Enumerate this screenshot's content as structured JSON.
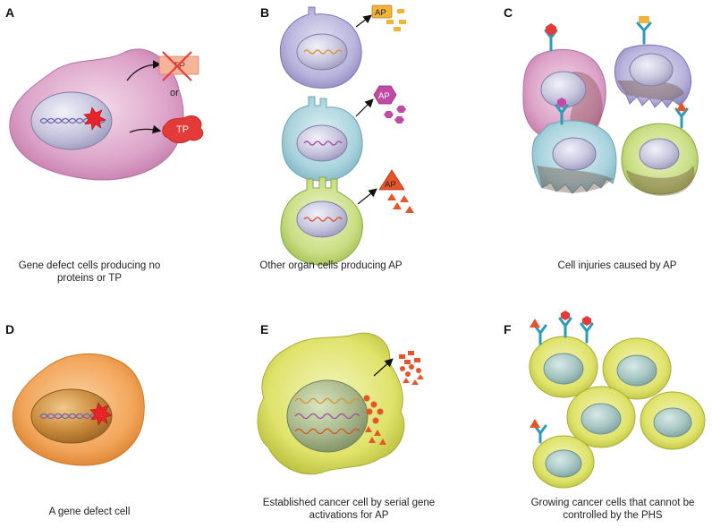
{
  "panels": {
    "A": {
      "label": "A",
      "caption_line1": "Gene defect cells producing no",
      "caption_line2": "proteins or TP",
      "tp_crossed": "TP",
      "or_text": "or",
      "tp_normal": "TP"
    },
    "B": {
      "label": "B",
      "caption": "Other organ cells producing AP",
      "ap1": "AP",
      "ap2": "AP",
      "ap3": "AP"
    },
    "C": {
      "label": "C",
      "caption": "Cell injuries caused by AP"
    },
    "D": {
      "label": "D",
      "caption": "A gene defect cell"
    },
    "E": {
      "label": "E",
      "caption_line1": "Established cancer cell by serial gene",
      "caption_line2": "activations for AP"
    },
    "F": {
      "label": "F",
      "caption_line1": "Growing cancer cells that  cannot be",
      "caption_line2": "controlled by the PHS"
    }
  },
  "colors": {
    "cell_pink": "#dca3c8",
    "cell_purple": "#b8b3dc",
    "cell_blue": "#a9d3dd",
    "cell_green": "#c9de83",
    "cell_orange": "#f2a55a",
    "cell_yellow": "#dfe36a",
    "nucleus": "#c8c6de",
    "receptor": "#2a9cb8",
    "ap_orange": "#f0b43c",
    "ap_pink": "#c04aa5",
    "ap_red": "#e8542a",
    "tp_red": "#e43a3a"
  }
}
